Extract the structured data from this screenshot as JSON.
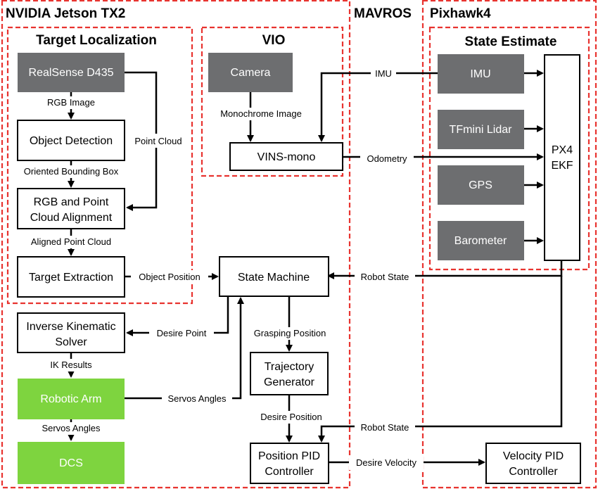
{
  "sections": {
    "jetson": "NVIDIA Jetson TX2",
    "mavros": "MAVROS",
    "pixhawk": "Pixhawk4"
  },
  "groups": {
    "target_localization": "Target Localization",
    "vio": "VIO",
    "state_estimate": "State Estimate"
  },
  "nodes": {
    "realsense": [
      "RealSense D435"
    ],
    "object_detection": [
      "Object Detection"
    ],
    "rgb_alignment": [
      "RGB and Point",
      "Cloud Alignment"
    ],
    "target_extraction": [
      "Target Extraction"
    ],
    "camera": [
      "Camera"
    ],
    "vins_mono": [
      "VINS-mono"
    ],
    "imu": [
      "IMU"
    ],
    "tfmini": [
      "TFmini Lidar"
    ],
    "gps": [
      "GPS"
    ],
    "barometer": [
      "Barometer"
    ],
    "px4_ekf": [
      "PX4",
      "EKF"
    ],
    "state_machine": [
      "State Machine"
    ],
    "ik_solver": [
      "Inverse Kinematic",
      "Solver"
    ],
    "robotic_arm": [
      "Robotic Arm"
    ],
    "dcs": [
      "DCS"
    ],
    "trajectory_generator": [
      "Trajectory",
      "Generator"
    ],
    "position_pid": [
      "Position PID",
      "Controller"
    ],
    "velocity_pid": [
      "Velocity PID",
      "Controller"
    ]
  },
  "edge_labels": {
    "rgb_image": "RGB Image",
    "point_cloud": "Point Cloud",
    "oriented_bounding_box": "Oriented Bounding Box",
    "aligned_point_cloud": "Aligned Point Cloud",
    "object_position": "Object Position",
    "monochrome_image": "Monochrome Image",
    "imu": "IMU",
    "odometry": "Odometry",
    "robot_state_top": "Robot State",
    "robot_state_bottom": "Robot State",
    "desire_point": "Desire Point",
    "grasping_position": "Grasping Position",
    "ik_results": "IK Results",
    "servos_angles_side": "Servos Angles",
    "servos_angles_down": "Servos Angles",
    "desire_position": "Desire Position",
    "desire_velocity": "Desire Velocity"
  },
  "colors": {
    "container_border": "#e8332f",
    "sensor_fill": "#6d6e70",
    "actuator_fill": "#7ed43f",
    "wire": "#000000"
  }
}
